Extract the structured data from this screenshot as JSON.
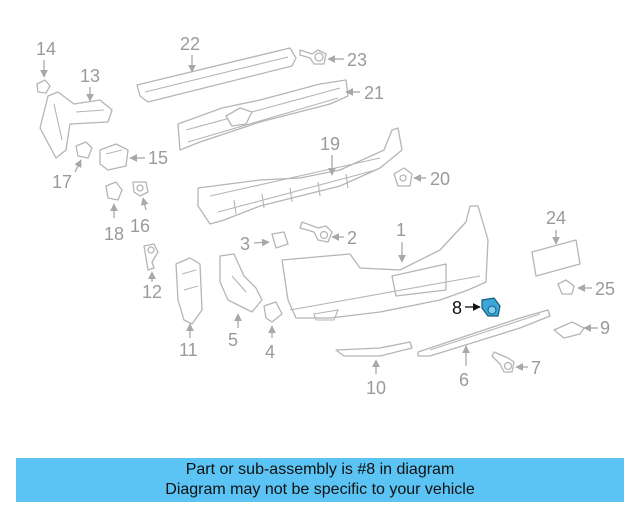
{
  "diagram": {
    "highlighted_part": "8",
    "highlight_color": "#3aa8d8",
    "callouts": [
      "1",
      "2",
      "3",
      "4",
      "5",
      "6",
      "7",
      "8",
      "9",
      "10",
      "11",
      "12",
      "13",
      "14",
      "15",
      "16",
      "17",
      "18",
      "19",
      "20",
      "21",
      "22",
      "23",
      "24",
      "25"
    ]
  },
  "footer": {
    "line1": "Part or sub-assembly is #8 in diagram",
    "line2": "Diagram may not be specific to your vehicle",
    "background": "#5bc4f4"
  }
}
